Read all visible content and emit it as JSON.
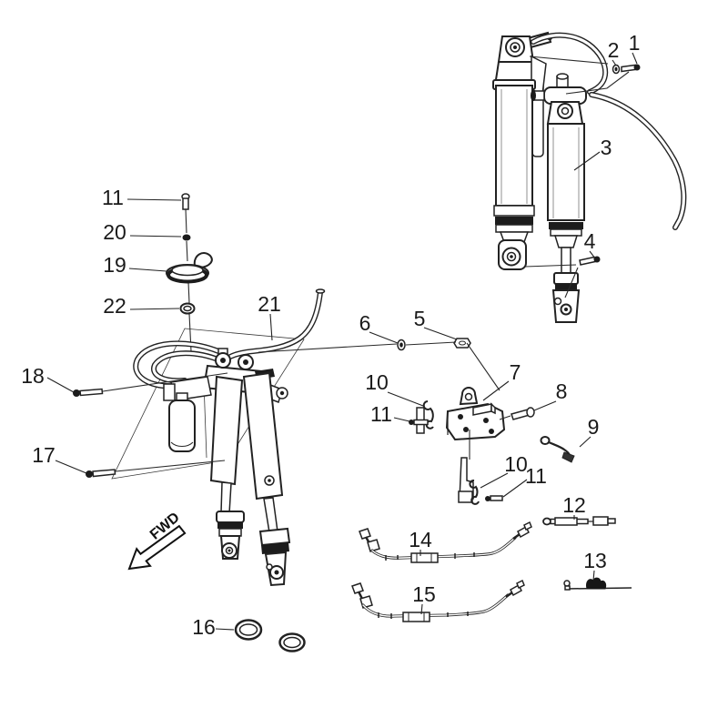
{
  "diagram": {
    "orientation": {
      "label": "FWD"
    },
    "callouts": [
      {
        "part": "1",
        "text": "1"
      },
      {
        "part": "2",
        "text": "2"
      },
      {
        "part": "3",
        "text": "3"
      },
      {
        "part": "4",
        "text": "4"
      },
      {
        "part": "5",
        "text": "5"
      },
      {
        "part": "6",
        "text": "6"
      },
      {
        "part": "7",
        "text": "7"
      },
      {
        "part": "8",
        "text": "8"
      },
      {
        "part": "9",
        "text": "9"
      },
      {
        "part": "10",
        "text": "10"
      },
      {
        "part": "10",
        "text": "10"
      },
      {
        "part": "11",
        "text": "11"
      },
      {
        "part": "11",
        "text": "11"
      },
      {
        "part": "11",
        "text": "11"
      },
      {
        "part": "12",
        "text": "12"
      },
      {
        "part": "13",
        "text": "13"
      },
      {
        "part": "14",
        "text": "14"
      },
      {
        "part": "15",
        "text": "15"
      },
      {
        "part": "16",
        "text": "16"
      },
      {
        "part": "17",
        "text": "17"
      },
      {
        "part": "18",
        "text": "18"
      },
      {
        "part": "19",
        "text": "19"
      },
      {
        "part": "20",
        "text": "20"
      },
      {
        "part": "21",
        "text": "21"
      },
      {
        "part": "22",
        "text": "22"
      }
    ]
  },
  "colors": {
    "ink": "#1a1a1a",
    "muted_label": "#9b9b9b",
    "background": "#ffffff"
  }
}
